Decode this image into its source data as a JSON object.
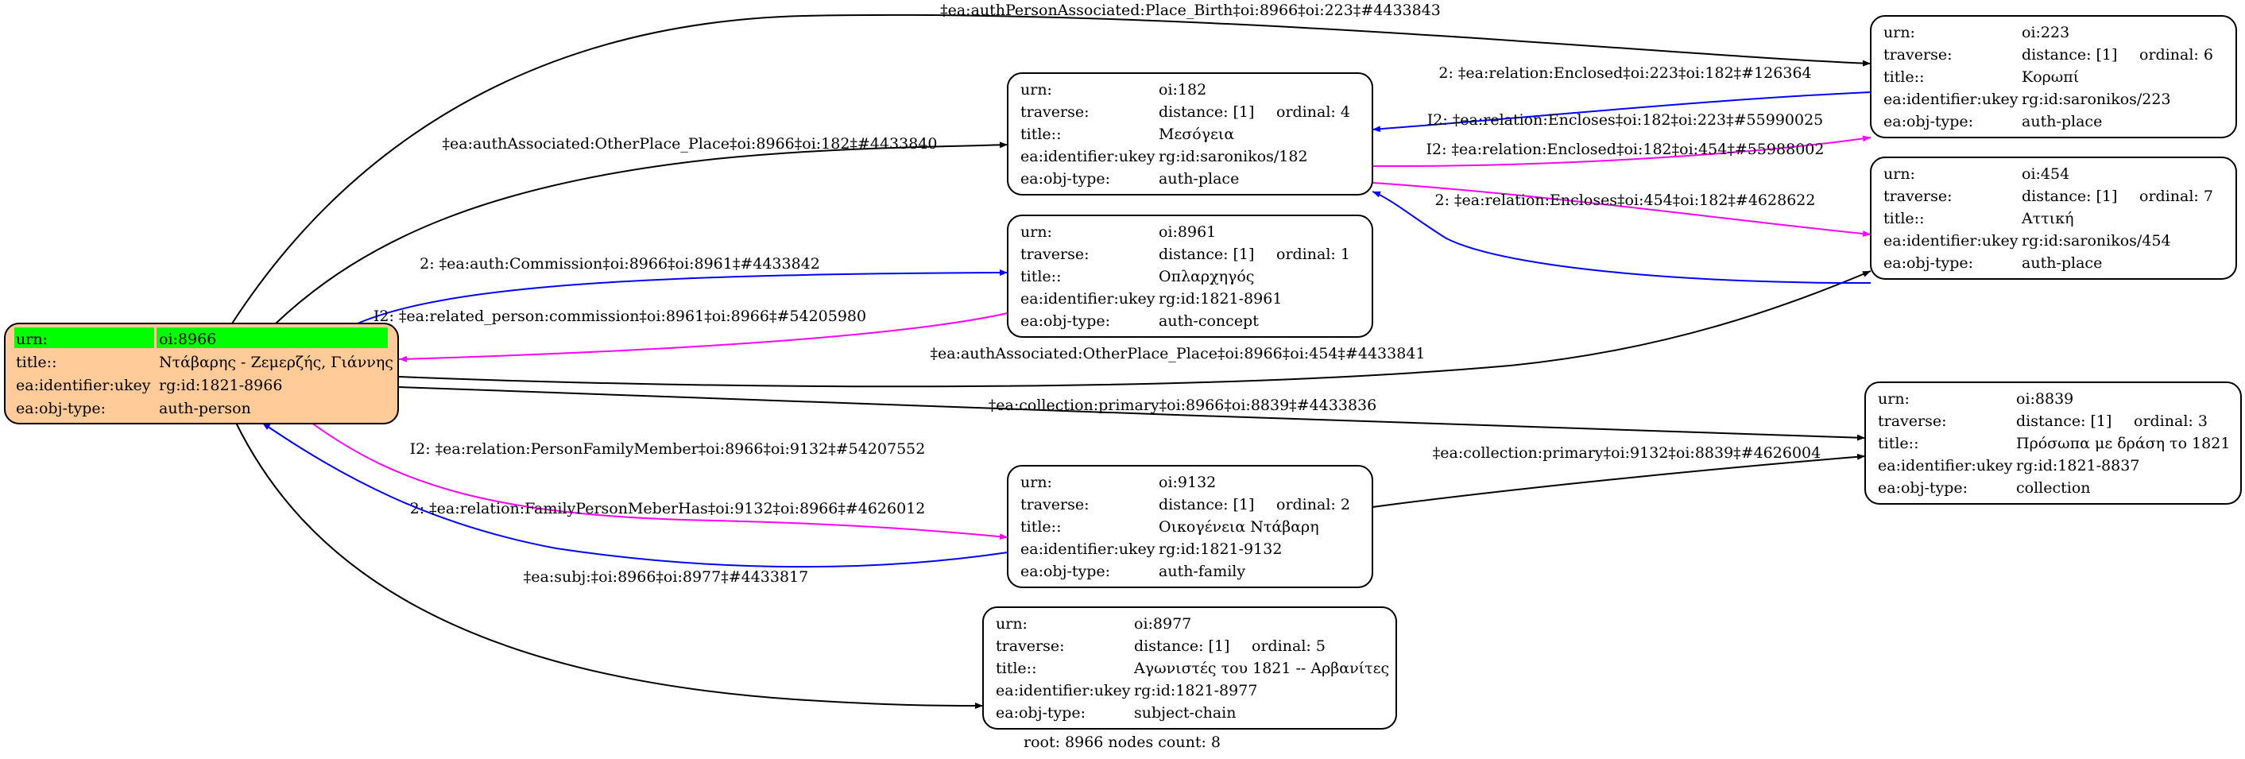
{
  "graph": {
    "footer": "root: 8966 nodes count: 8",
    "colors": {
      "root_fill": "#ffcc99",
      "root_highlight": "#00ff00",
      "edge_black": "#000000",
      "edge_blue": "#0000ff",
      "edge_magenta": "#ff00ff"
    },
    "nodes": [
      {
        "id": "8966",
        "root": true,
        "rows": [
          {
            "key": "urn:",
            "value": "oi:8966",
            "highlight": true
          },
          {
            "key": "title::",
            "value": "Ντάβαρης - Ζεμερζής, Γιάννης"
          },
          {
            "key": "ea:identifier:ukey",
            "value": "rg:id:1821-8966"
          },
          {
            "key": "ea:obj-type:",
            "value": "auth-person"
          }
        ]
      },
      {
        "id": "182",
        "rows": [
          {
            "key": "urn:",
            "value": "oi:182"
          },
          {
            "key": "traverse:",
            "value": "distance: [1]",
            "extra": "ordinal: 4"
          },
          {
            "key": "title::",
            "value": "Μεσόγεια"
          },
          {
            "key": "ea:identifier:ukey",
            "value": "rg:id:saronikos/182"
          },
          {
            "key": "ea:obj-type:",
            "value": "auth-place"
          }
        ]
      },
      {
        "id": "8961",
        "rows": [
          {
            "key": "urn:",
            "value": "oi:8961"
          },
          {
            "key": "traverse:",
            "value": "distance: [1]",
            "extra": "ordinal: 1"
          },
          {
            "key": "title::",
            "value": "Οπλαρχηγός"
          },
          {
            "key": "ea:identifier:ukey",
            "value": "rg:id:1821-8961"
          },
          {
            "key": "ea:obj-type:",
            "value": "auth-concept"
          }
        ]
      },
      {
        "id": "9132",
        "rows": [
          {
            "key": "urn:",
            "value": "oi:9132"
          },
          {
            "key": "traverse:",
            "value": "distance: [1]",
            "extra": "ordinal: 2"
          },
          {
            "key": "title::",
            "value": "Οικογένεια Ντάβαρη"
          },
          {
            "key": "ea:identifier:ukey",
            "value": "rg:id:1821-9132"
          },
          {
            "key": "ea:obj-type:",
            "value": "auth-family"
          }
        ]
      },
      {
        "id": "8977",
        "rows": [
          {
            "key": "urn:",
            "value": "oi:8977"
          },
          {
            "key": "traverse:",
            "value": "distance: [1]",
            "extra": "ordinal: 5"
          },
          {
            "key": "title::",
            "value": "Αγωνιστές του 1821 -- Αρβανίτες"
          },
          {
            "key": "ea:identifier:ukey",
            "value": "rg:id:1821-8977"
          },
          {
            "key": "ea:obj-type:",
            "value": "subject-chain"
          }
        ]
      },
      {
        "id": "223",
        "rows": [
          {
            "key": "urn:",
            "value": "oi:223"
          },
          {
            "key": "traverse:",
            "value": "distance: [1]",
            "extra": "ordinal: 6"
          },
          {
            "key": "title::",
            "value": "Κορωπί"
          },
          {
            "key": "ea:identifier:ukey",
            "value": "rg:id:saronikos/223"
          },
          {
            "key": "ea:obj-type:",
            "value": "auth-place"
          }
        ]
      },
      {
        "id": "454",
        "rows": [
          {
            "key": "urn:",
            "value": "oi:454"
          },
          {
            "key": "traverse:",
            "value": "distance: [1]",
            "extra": "ordinal: 7"
          },
          {
            "key": "title::",
            "value": "Αττική"
          },
          {
            "key": "ea:identifier:ukey",
            "value": "rg:id:saronikos/454"
          },
          {
            "key": "ea:obj-type:",
            "value": "auth-place"
          }
        ]
      },
      {
        "id": "8839",
        "rows": [
          {
            "key": "urn:",
            "value": "oi:8839"
          },
          {
            "key": "traverse:",
            "value": "distance: [1]",
            "extra": "ordinal: 3"
          },
          {
            "key": "title::",
            "value": "Πρόσωπα με δράση το 1821"
          },
          {
            "key": "ea:identifier:ukey",
            "value": "rg:id:1821-8837"
          },
          {
            "key": "ea:obj-type:",
            "value": "collection"
          }
        ]
      }
    ],
    "edges": [
      {
        "id": "e1",
        "from": "8966",
        "to": "223",
        "color": "black",
        "label": "‡ea:authPersonAssociated:Place_Birth‡oi:8966‡oi:223‡#4433843"
      },
      {
        "id": "e2",
        "from": "8966",
        "to": "182",
        "color": "black",
        "label": "‡ea:authAssociated:OtherPlace_Place‡oi:8966‡oi:182‡#4433840"
      },
      {
        "id": "e3",
        "from": "8966",
        "to": "8961",
        "color": "blue",
        "label": "2: ‡ea:auth:Commission‡oi:8966‡oi:8961‡#4433842"
      },
      {
        "id": "e4",
        "from": "8961",
        "to": "8966",
        "color": "magenta",
        "label": "I2: ‡ea:related_person:commission‡oi:8961‡oi:8966‡#54205980"
      },
      {
        "id": "e5",
        "from": "8966",
        "to": "454",
        "color": "black",
        "label": "‡ea:authAssociated:OtherPlace_Place‡oi:8966‡oi:454‡#4433841"
      },
      {
        "id": "e6",
        "from": "8966",
        "to": "8839",
        "color": "black",
        "label": "‡ea:collection:primary‡oi:8966‡oi:8839‡#4433836"
      },
      {
        "id": "e7",
        "from": "8966",
        "to": "9132",
        "color": "magenta",
        "label": "I2: ‡ea:relation:PersonFamilyMember‡oi:8966‡oi:9132‡#54207552"
      },
      {
        "id": "e8",
        "from": "9132",
        "to": "8966",
        "color": "blue",
        "label": "2: ‡ea:relation:FamilyPersonMeberHas‡oi:9132‡oi:8966‡#4626012"
      },
      {
        "id": "e9",
        "from": "8966",
        "to": "8977",
        "color": "black",
        "label": "‡ea:subj:‡oi:8966‡oi:8977‡#4433817"
      },
      {
        "id": "e10",
        "from": "9132",
        "to": "8839",
        "color": "black",
        "label": "‡ea:collection:primary‡oi:9132‡oi:8839‡#4626004"
      },
      {
        "id": "e11",
        "from": "223",
        "to": "182",
        "color": "blue",
        "label": "2: ‡ea:relation:Enclosed‡oi:223‡oi:182‡#126364"
      },
      {
        "id": "e12",
        "from": "182",
        "to": "223",
        "color": "magenta",
        "label": "I2: ‡ea:relation:Encloses‡oi:182‡oi:223‡#55990025"
      },
      {
        "id": "e13",
        "from": "182",
        "to": "454",
        "color": "magenta",
        "label": "I2: ‡ea:relation:Enclosed‡oi:182‡oi:454‡#55988002"
      },
      {
        "id": "e14",
        "from": "454",
        "to": "182",
        "color": "blue",
        "label": "2: ‡ea:relation:Encloses‡oi:454‡oi:182‡#4628622"
      }
    ]
  }
}
